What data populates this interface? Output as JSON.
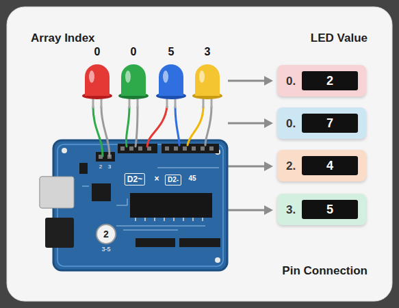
{
  "diagram": {
    "nodes": [
      {
        "text": [
          "0."
        ]
      },
      {
        "text": [
          "2"
        ],
        "in": 0
      },
      {
        "text": [
          "0."
        ]
      },
      {
        "text": [
          "7"
        ],
        "in": 2
      },
      {
        "text": [
          "2."
        ]
      },
      {
        "text": [
          "4"
        ],
        "in": 4
      },
      {
        "text": [
          "3."
        ]
      },
      {
        "text": [
          "5"
        ],
        "in": 6
      }
    ],
    "labels": [
      "Array Index",
      "LED Value",
      "Pin Connection",
      "0",
      "0",
      "5",
      "3",
      "2",
      "3",
      "D2~",
      "×",
      "D2-",
      "45",
      "2",
      "3-5"
    ]
  }
}
